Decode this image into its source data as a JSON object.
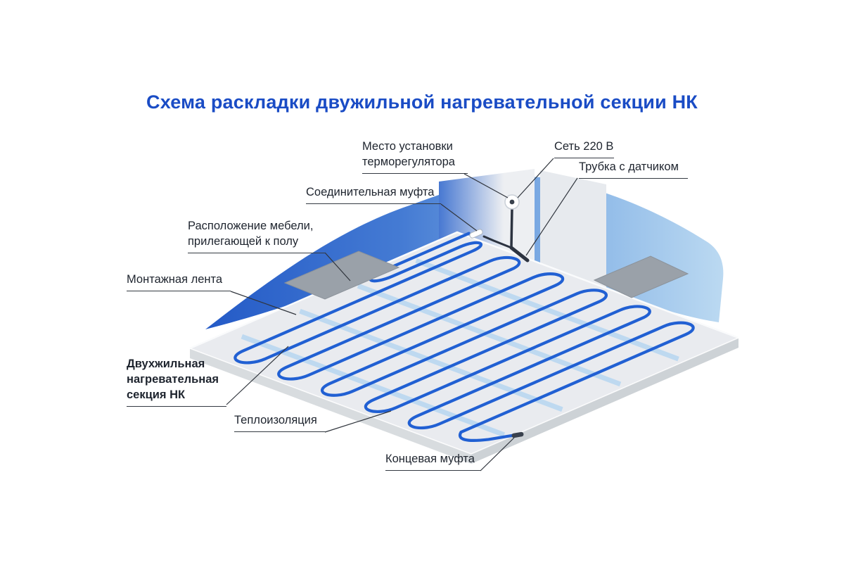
{
  "title": "Схема раскладки двужильной нагревательной секции НК",
  "labels": {
    "thermostat_place": "Место установки\nтерморегулятора",
    "power": "Сеть 220 В",
    "sensor_tube": "Трубка с датчиком",
    "coupling": "Соединительная муфта",
    "furniture": "Расположение мебели,\nприлегающей к полу",
    "tape": "Монтажная лента",
    "section": "Двухжильная\nнагревательная\nсекция НК",
    "insulation": "Теплоизоляция",
    "end_coupling": "Концевая муфта"
  },
  "colors": {
    "title_blue": "#1a4cc5",
    "cable_blue": "#2160d3",
    "tape_blue": "#bcd9f1",
    "swoosh_dark": "#1d55c5",
    "swoosh_light": "#b9d8f1",
    "floor_gray": "#e9ebef",
    "furniture_gray": "#9aa1a9"
  }
}
